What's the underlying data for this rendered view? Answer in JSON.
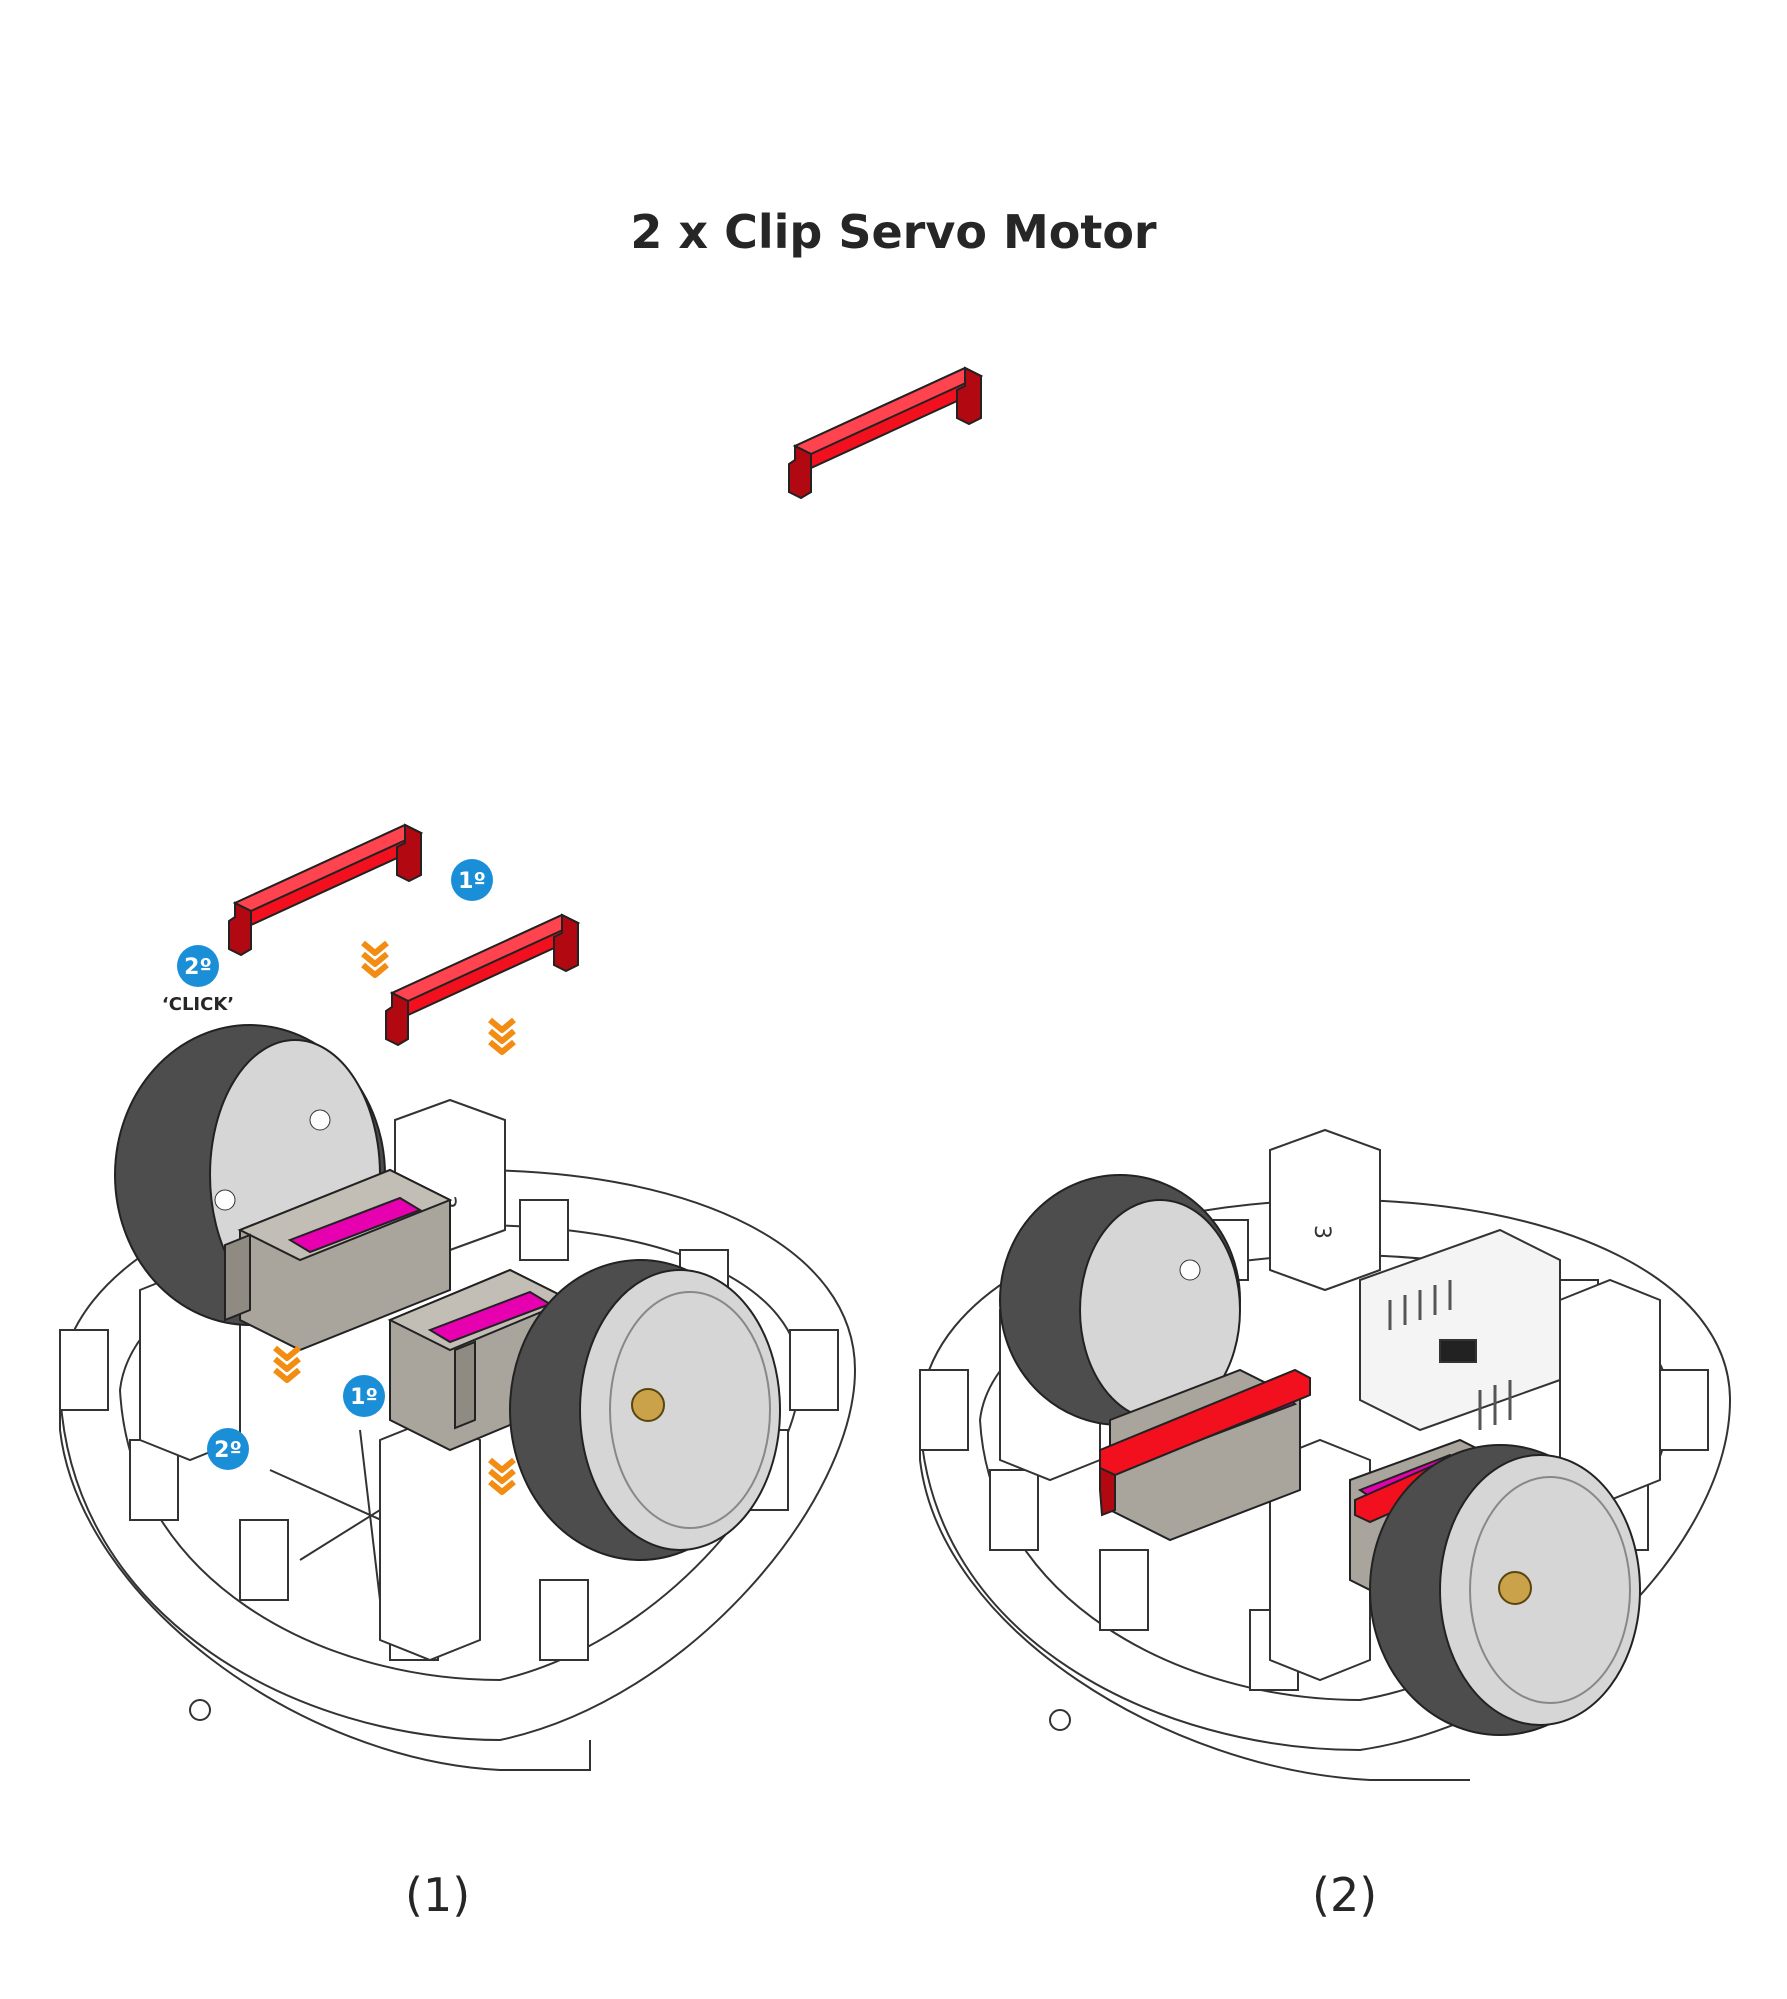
{
  "title": "2 x Clip Servo Motor",
  "captions": {
    "step1": "(1)",
    "step2": "(2)"
  },
  "badges": {
    "first": "1º",
    "second": "2º"
  },
  "click_label": "‘CLICK’",
  "colors": {
    "clip": "#f2101e",
    "clip_dark": "#b10812",
    "badge": "#1a8fd8",
    "arrow": "#f28c12",
    "tire": "#4d4d4d",
    "hub": "#d6d6d6",
    "servo": "#a9a49c",
    "servo_label": "#e600b0",
    "chassis": "#ffffff"
  }
}
